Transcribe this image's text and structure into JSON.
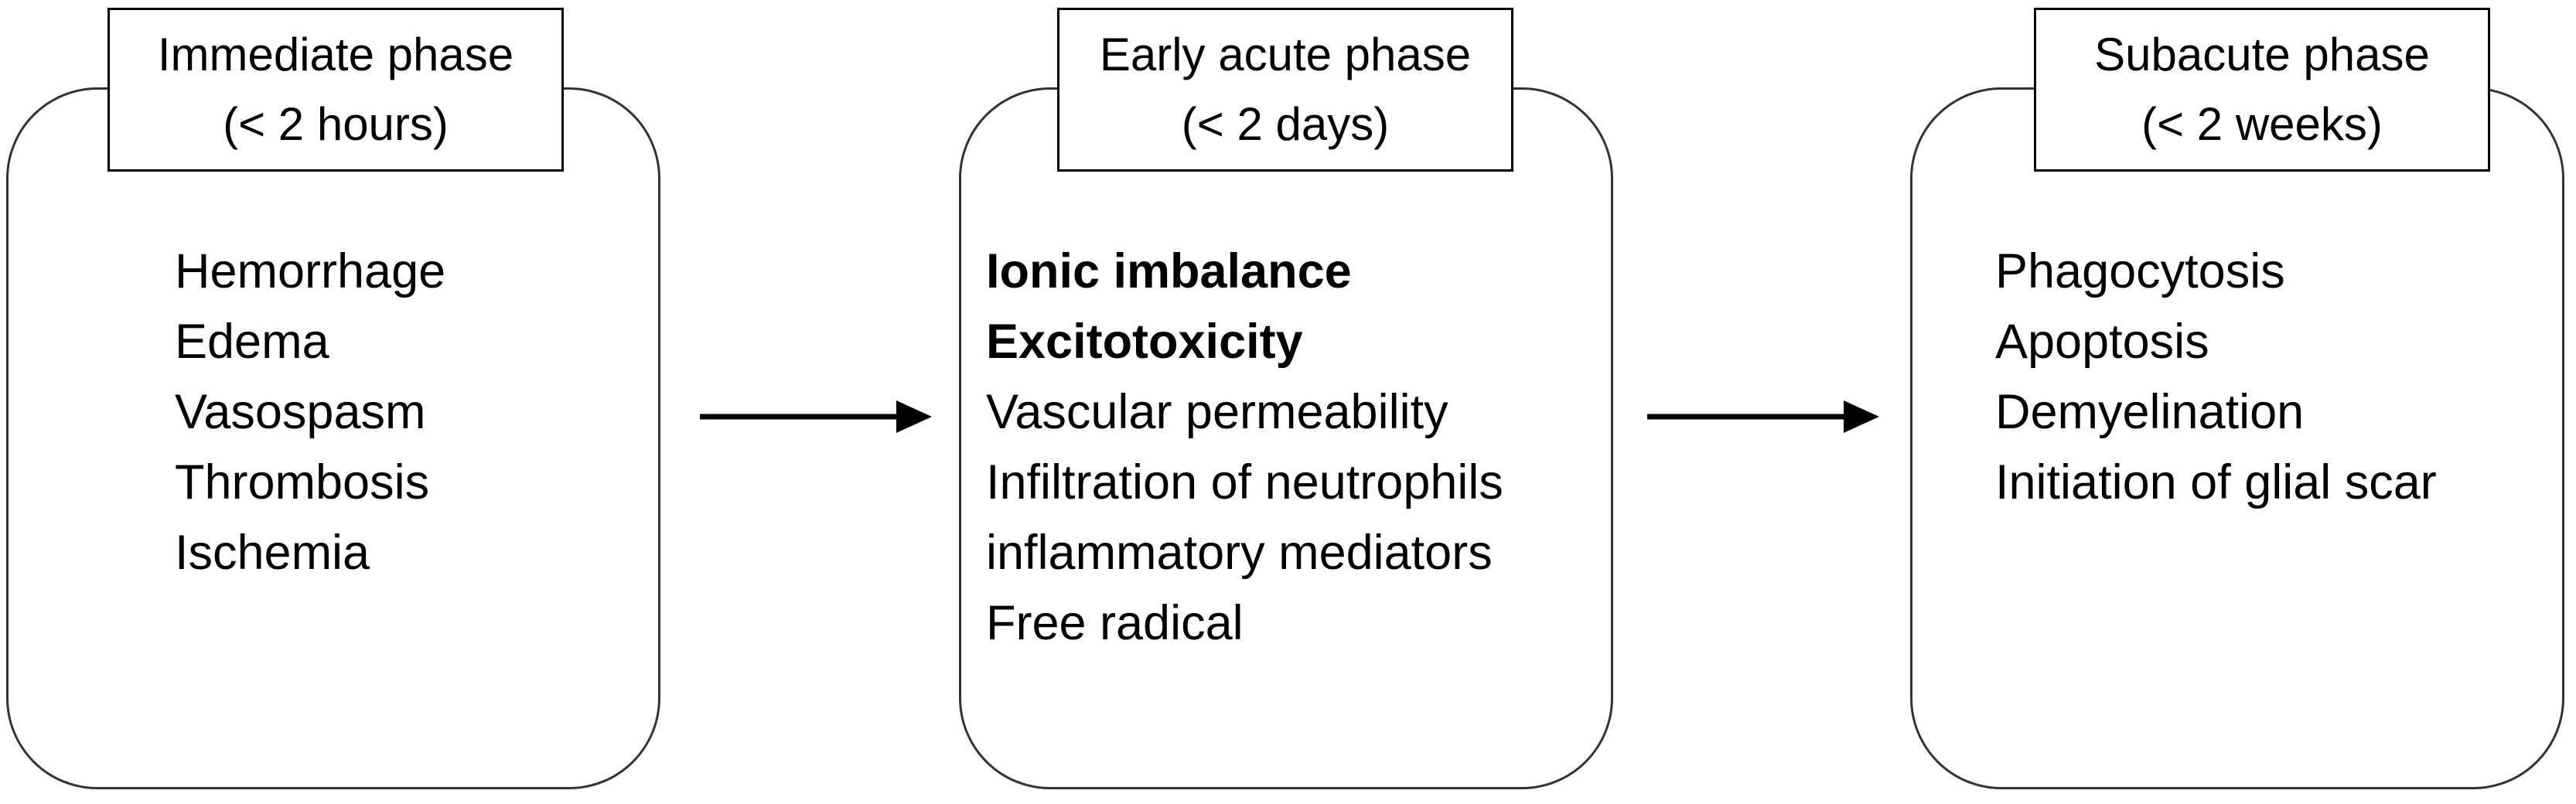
{
  "phases": [
    {
      "title": "Immediate phase",
      "subtitle": "(< 2 hours)",
      "items": [
        {
          "text": "Hemorrhage",
          "bold": false
        },
        {
          "text": "Edema",
          "bold": false
        },
        {
          "text": "Vasospasm",
          "bold": false
        },
        {
          "text": "Thrombosis",
          "bold": false
        },
        {
          "text": "Ischemia",
          "bold": false
        }
      ]
    },
    {
      "title": "Early acute phase",
      "subtitle": "(< 2 days)",
      "items": [
        {
          "text": "Ionic imbalance",
          "bold": true
        },
        {
          "text": "Excitotoxicity",
          "bold": true
        },
        {
          "text": "Vascular permeability",
          "bold": false
        },
        {
          "text": "Infiltration of neutrophils",
          "bold": false
        },
        {
          "text": "inflammatory mediators",
          "bold": false
        },
        {
          "text": "Free radical",
          "bold": false
        }
      ]
    },
    {
      "title": "Subacute phase",
      "subtitle": "(< 2 weeks)",
      "items": [
        {
          "text": "Phagocytosis",
          "bold": false
        },
        {
          "text": "Apoptosis",
          "bold": false
        },
        {
          "text": "Demyelination",
          "bold": false
        },
        {
          "text": "Initiation of glial scar",
          "bold": false
        }
      ]
    }
  ],
  "colors": {
    "box_border": "#333333",
    "label_border": "#000000",
    "text": "#000000",
    "arrow": "#000000",
    "background": "#ffffff"
  }
}
